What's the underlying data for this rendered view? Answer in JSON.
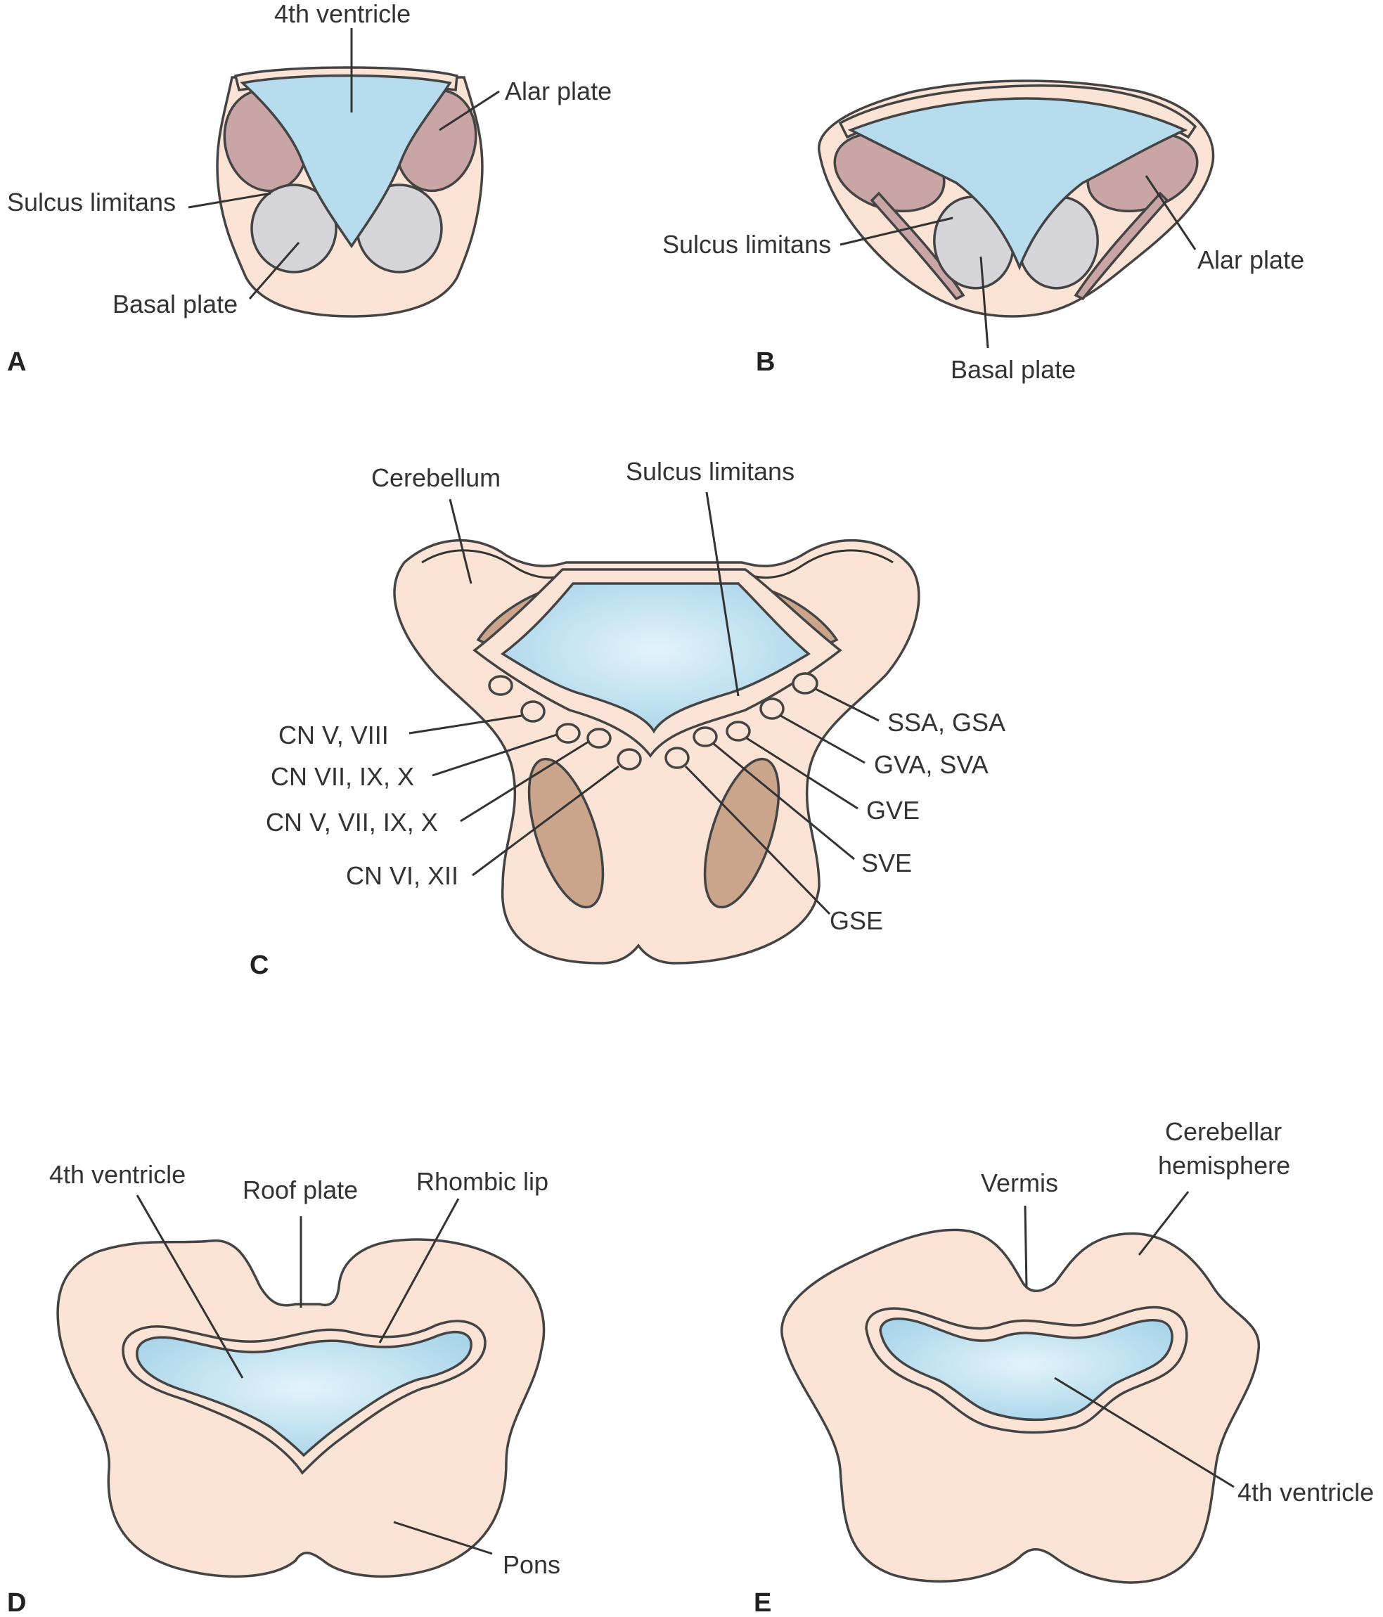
{
  "colors": {
    "tissue": "#fbe3d6",
    "tissue_dark": "#f3c9b3",
    "ventricle": "#b6dced",
    "ventricle_light": "#d9eef7",
    "alar": "#c9a5a5",
    "basal": "#d6d6da",
    "tract": "#caa58c"
  },
  "panels": {
    "A": {
      "letter": "A",
      "labels": {
        "ventricle": "4th ventricle",
        "alar": "Alar plate",
        "sulcus": "Sulcus limitans",
        "basal": "Basal plate"
      }
    },
    "B": {
      "letter": "B",
      "labels": {
        "sulcus": "Sulcus limitans",
        "alar": "Alar plate",
        "basal": "Basal plate"
      }
    },
    "C": {
      "letter": "C",
      "labels": {
        "cerebellum": "Cerebellum",
        "sulcus": "Sulcus limitans",
        "cn_v_viii": "CN V, VIII",
        "cn_vii_ix_x": "CN VII, IX, X",
        "cn_v_vii_ix_x": "CN V, VII, IX, X",
        "cn_vi_xii": "CN VI, XII",
        "ssa_gsa": "SSA, GSA",
        "gva_sva": "GVA, SVA",
        "gve": "GVE",
        "sve": "SVE",
        "gse": "GSE"
      }
    },
    "D": {
      "letter": "D",
      "labels": {
        "ventricle": "4th ventricle",
        "roof": "Roof plate",
        "rhombic": "Rhombic lip",
        "pons": "Pons"
      }
    },
    "E": {
      "letter": "E",
      "labels": {
        "vermis": "Vermis",
        "hemisphere_1": "Cerebellar",
        "hemisphere_2": "hemisphere",
        "ventricle": "4th ventricle"
      }
    }
  }
}
